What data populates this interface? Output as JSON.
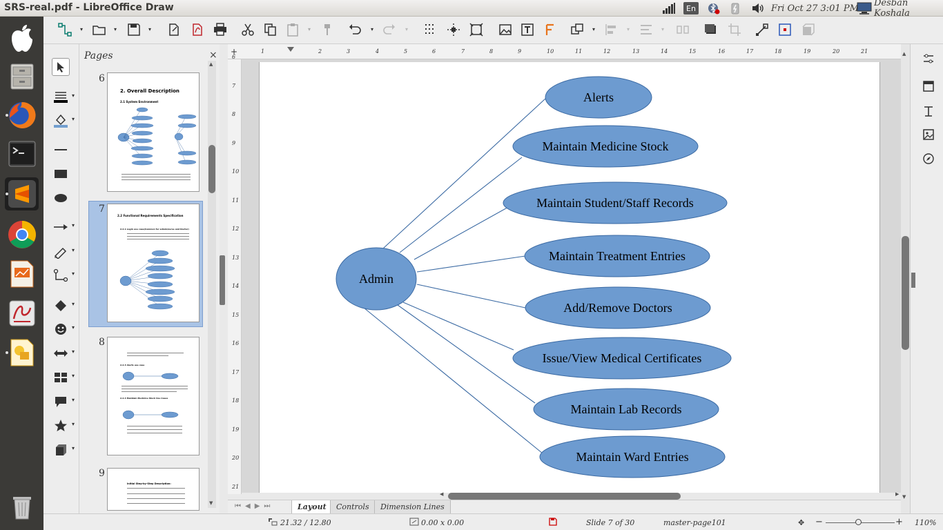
{
  "window": {
    "title": "SRS-real.pdf - LibreOffice Draw"
  },
  "tray": {
    "lang": "En",
    "clock": "Fri Oct 27  3:01 PM",
    "user": "Desban Koshala"
  },
  "launcher": [
    {
      "name": "dash-icon"
    },
    {
      "name": "files-icon"
    },
    {
      "name": "firefox-icon"
    },
    {
      "name": "terminal-icon"
    },
    {
      "name": "sublime-text-icon"
    },
    {
      "name": "chrome-icon"
    },
    {
      "name": "impress-icon"
    },
    {
      "name": "document-viewer-icon"
    },
    {
      "name": "draw-icon"
    },
    {
      "name": "trash-icon"
    }
  ],
  "pages_panel": {
    "title": "Pages",
    "close": "×",
    "pages": [
      {
        "num": "6",
        "heading": "2. Overall Description",
        "sub": "2.1 System Environment"
      },
      {
        "num": "7",
        "heading": "2.2 Functional Requirements Specification",
        "sub": "2.2.1 Login use case(Common for admin/nurse and Doctor)"
      },
      {
        "num": "8",
        "heading": "2.2.3 Alerts use case",
        "sub": "2.2.4 Maintain Medicine Stock Use Cases"
      },
      {
        "num": "9",
        "heading": "Initial Step-by-Step Description:",
        "sub": ""
      }
    ]
  },
  "diagram": {
    "actor": "Admin",
    "use_cases": [
      "Alerts",
      "Maintain Medicine Stock",
      "Maintain Student/Staff Records",
      "Maintain Treatment Entries",
      "Add/Remove Doctors",
      "Issue/View Medical Certificates",
      "Maintain Lab Records",
      "Maintain Ward Entries"
    ],
    "fill_color": "#6d9bd0",
    "stroke_color": "#3b6aa3"
  },
  "ruler": {
    "h": [
      "1",
      "1",
      "2",
      "3",
      "4",
      "5",
      "6",
      "7",
      "8",
      "9",
      "10",
      "11",
      "12",
      "13",
      "14",
      "15",
      "16",
      "17",
      "18",
      "19",
      "20",
      "21"
    ],
    "v": [
      "6",
      "7",
      "8",
      "9",
      "10",
      "11",
      "12",
      "13",
      "14",
      "15",
      "16",
      "17",
      "18",
      "19",
      "20",
      "21"
    ]
  },
  "tabs": [
    "Layout",
    "Controls",
    "Dimension Lines"
  ],
  "status": {
    "position": "21.32 / 12.80",
    "size": "0.00 x 0.00",
    "slide": "Slide 7 of 30",
    "master": "master-page101",
    "zoom": "110%"
  }
}
